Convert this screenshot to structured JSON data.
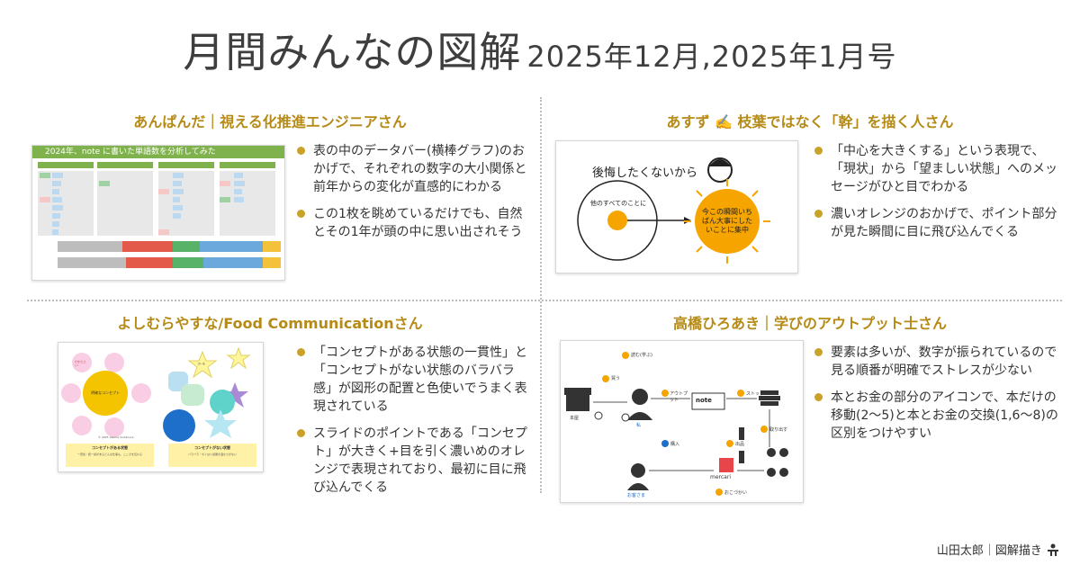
{
  "header": {
    "title_main": "月間みんなの図解",
    "title_sub": "2025年12月,2025年1月号"
  },
  "sections": [
    {
      "title": "あんぱんだ｜視える化推進エンジニアさん",
      "bullets": [
        "表の中のデータバー(横棒グラフ)のおかげで、それぞれの数字の大小関係と前年からの変化が直感的にわかる",
        "この1枚を眺めているだけでも、自然とその1年が頭の中に思い出されそう"
      ],
      "thumb": {
        "heading": "2024年、note に書いた単語数を分析してみた"
      }
    },
    {
      "title": "あすず ✍️ 枝葉ではなく「幹」を描く人さん",
      "bullets": [
        "「中心を大きくする」という表現で、「現状」から「望ましい状態」へのメッセージがひと目でわかる",
        "濃いオレンジのおかげで、ポイント部分が見た瞬間に目に飛び込んでくる"
      ],
      "thumb": {
        "handwritten_top": "後悔したくないから",
        "circle_left": "他のすべてのことに",
        "circle_right": "今この瞬間いちばん大事にしたいことに集中"
      }
    },
    {
      "title": "よしむらやすな/Food Communicationさん",
      "bullets": [
        "「コンセプトがある状態の一貫性」と「コンセプトがない状態のバラバラ感」が図形の配置と色使いでうまく表現されている",
        "スライドのポイントである「コンセプト」が大きく+目を引く濃いめのオレンジで表現されており、最初に目に飛び込んでくる"
      ],
      "thumb": {
        "center_label": "明確なコンセプト",
        "petal_label": "だからコレ!",
        "star_label": "コレも",
        "left_box_title": "コンセプトがある状態",
        "left_box_text": "一貫性・統一感があるどんな仕事も、ここぞを伝わる",
        "right_box_title": "コンセプトがない状態",
        "right_box_text": "バラバラ・ちぐはぐ感響の温かさがない",
        "copyright": "© 2025 Yasuna Yoshimura"
      }
    },
    {
      "title": "高橋ひろあき｜学びのアウトプット士さん",
      "bullets": [
        "要素は多いが、数字が振られているので見る順番が明確でストレスが少ない",
        "本とお金の部分のアイコンで、本だけの移動(2〜5)と本とお金の交換(1,6〜8)の区別をつけやすい"
      ],
      "thumb": {
        "step1": "買う",
        "step2": "読む(学ぶ)",
        "step3": "アウトプット",
        "step4": "ストック",
        "step5": "取り出す",
        "step6": "出品",
        "step7": "購入",
        "step8": "おこづかい",
        "label_store": "本屋",
        "label_me": "私",
        "label_customer": "お客さま",
        "label_note": "note",
        "label_mercari": "mercari"
      }
    }
  ],
  "footer": {
    "author": "山田太郎｜図解描き"
  },
  "colors": {
    "accent_gold": "#c9a227",
    "title_gold": "#b58a16",
    "orange": "#f5a400"
  }
}
